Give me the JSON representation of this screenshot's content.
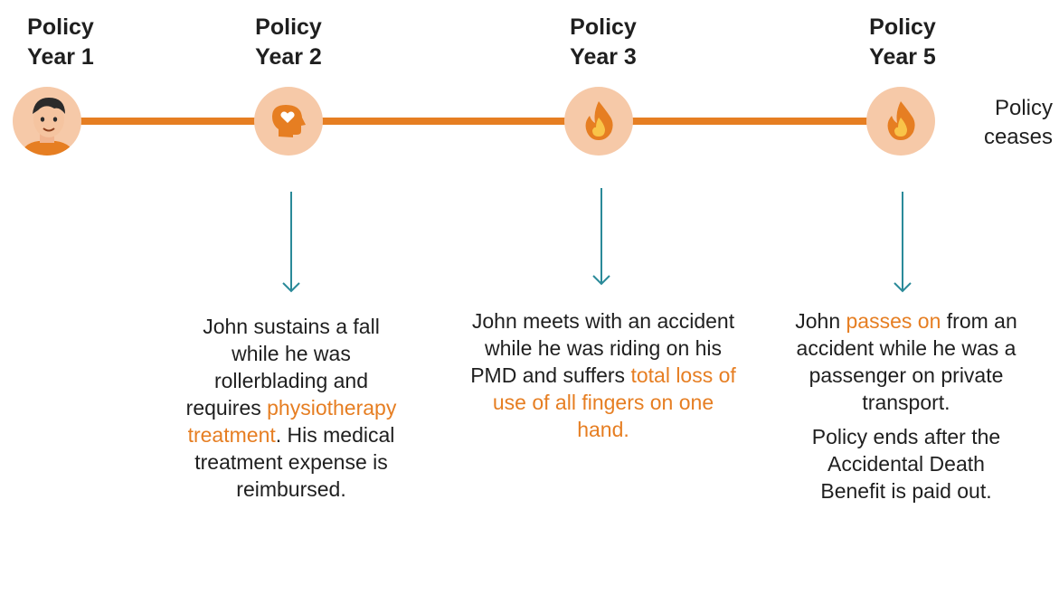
{
  "timeline": {
    "years": [
      {
        "line1": "Policy",
        "line2": "Year 1"
      },
      {
        "line1": "Policy",
        "line2": "Year 2"
      },
      {
        "line1": "Policy",
        "line2": "Year 3"
      },
      {
        "line1": "Policy",
        "line2": "Year 5"
      }
    ],
    "end_label": {
      "line1": "Policy",
      "line2": "ceases"
    },
    "line_color": "#e67e22",
    "node_color": "#f6c9a8",
    "arrow_color": "#2a8a99",
    "icons": [
      "person-avatar-icon",
      "head-heart-icon",
      "fire-icon",
      "fire-icon"
    ]
  },
  "events": [
    {
      "pre": "John sustains a fall while he was rollerblading and requires ",
      "highlight": "physiotherapy treatment",
      "post": ". His medical treatment expense is reimbursed."
    },
    {
      "pre": "John meets with an accident while he was riding on his PMD and suffers ",
      "highlight": "total loss of use of all fingers on one hand.",
      "post": ""
    },
    {
      "pre": "John ",
      "highlight": "passes on",
      "post": " from an accident while he was a passenger on private transport.",
      "note": "Policy ends after the Accidental Death Benefit is paid out."
    }
  ]
}
